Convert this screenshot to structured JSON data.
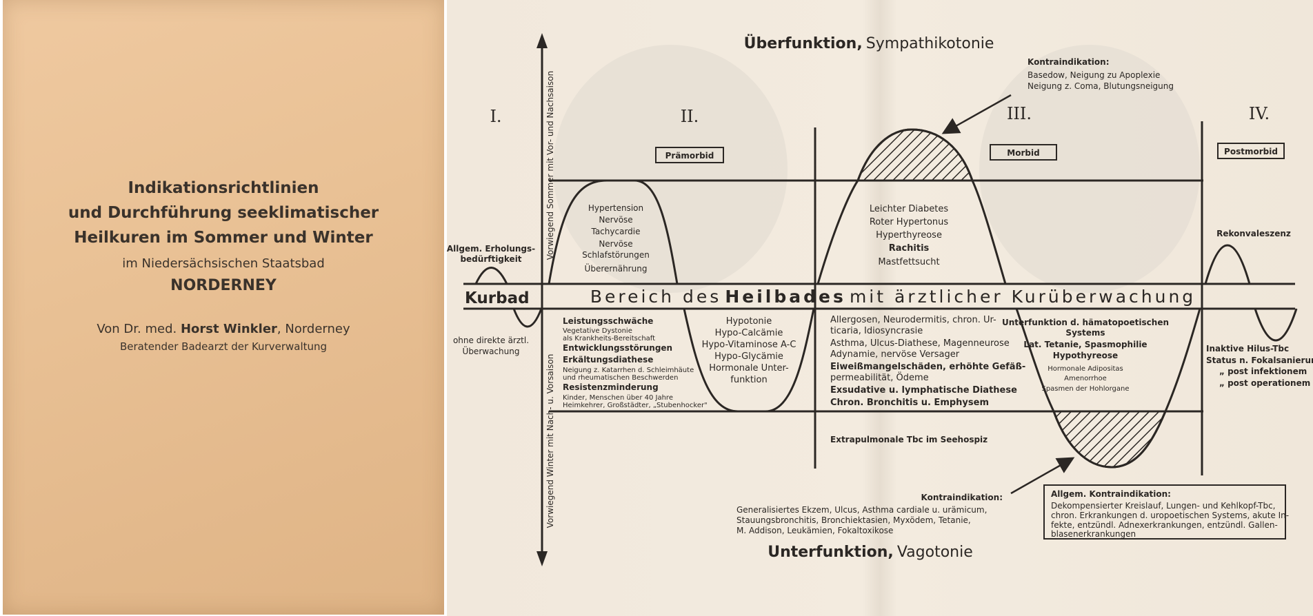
{
  "cover": {
    "title_line1": "Indikationsrichtlinien",
    "title_line2": "und Durchführung seeklimatischer",
    "title_line3": "Heilkuren im Sommer und Winter",
    "subtitle": "im Niedersächsischen Staatsbad",
    "place": "NORDERNEY",
    "author_prefix": "Von Dr. med.",
    "author_name": "Horst Winkler",
    "author_suffix": ", Norderney",
    "author_role": "Beratender Badearzt der Kurverwaltung"
  },
  "diagram": {
    "top_bold": "Überfunktion,",
    "top_rest": "Sympathikotonie",
    "bottom_bold": "Unterfunktion,",
    "bottom_rest": "Vagotonie",
    "axis_top": "Vorwiegend Sommer mit Vor- und Nachsaison",
    "axis_bottom": "Vorwiegend Winter mit Nach- u. Vorsaison",
    "phases": [
      "I.",
      "II.",
      "III.",
      "IV."
    ],
    "boxes": [
      "Prämorbid",
      "Morbid",
      "Postmorbid"
    ],
    "band_kurbad": "Kurbad",
    "band_pre": "Bereich des",
    "band_bold": "Heilbades",
    "band_post": "mit ärztlicher Kurüberwachung",
    "phase1_above": [
      "Allgem. Erholungs-",
      "bedürftigkeit"
    ],
    "phase1_below": [
      "ohne direkte ärztl.",
      "Überwachung"
    ],
    "phase2_above": [
      "Hypertension",
      "Nervöse",
      "Tachycardie",
      "Nervöse",
      "Schlafstörungen",
      "Überernährung"
    ],
    "phase2_below_left": [
      {
        "t": "Leistungsschwäche",
        "s": "b"
      },
      {
        "t": "Vegetative Dystonie",
        "s": "x"
      },
      {
        "t": "als Krankheits-Bereitschaft",
        "s": "x"
      },
      {
        "t": "Entwicklungsstörungen",
        "s": "b"
      },
      {
        "t": "Erkältungsdiathese",
        "s": "b"
      },
      {
        "t": "Neigung z. Katarrhen d. Schleimhäute",
        "s": "x"
      },
      {
        "t": "und rheumatischen Beschwerden",
        "s": "x"
      },
      {
        "t": "Resistenzminderung",
        "s": "b"
      },
      {
        "t": "Kinder, Menschen über 40 Jahre",
        "s": "x"
      },
      {
        "t": "Heimkehrer, Großstädter, „Stubenhocker\"",
        "s": "x"
      }
    ],
    "phase2_below_right": [
      "Hypotonie",
      "Hypo-Calcämie",
      "Hypo-Vitaminose A-C",
      "Hypo-Glycämie",
      "Hormonale Unter-",
      "funktion"
    ],
    "kontra_top_title": "Kontraindikation:",
    "kontra_top_lines": [
      "Basedow, Neigung zu Apoplexie",
      "Neigung z. Coma, Blutungsneigung"
    ],
    "phase3_above": [
      {
        "t": "Leichter Diabetes",
        "s": "n"
      },
      {
        "t": "Roter Hypertonus",
        "s": "n"
      },
      {
        "t": "Hyperthyreose",
        "s": "n"
      },
      {
        "t": "Rachitis",
        "s": "b"
      },
      {
        "t": "Mastfettsucht",
        "s": "n"
      }
    ],
    "phase3_below": [
      {
        "t": "Allergosen, Neurodermitis, chron. Ur-",
        "s": "n"
      },
      {
        "t": "ticaria, Idiosyncrasie",
        "s": "n"
      },
      {
        "t": "Asthma, Ulcus-Diathese, Magenneurose",
        "s": "n"
      },
      {
        "t": "Adynamie, nervöse Versager",
        "s": "n"
      },
      {
        "t": "Eiweißmangelschäden, erhöhte Gefäß-",
        "s": "b"
      },
      {
        "t": "permeabilität, Ödeme",
        "s": "n"
      },
      {
        "t": "Exsudative u. lymphatische Diathese",
        "s": "b"
      },
      {
        "t": "Chron. Bronchitis u. Emphysem",
        "s": "b"
      }
    ],
    "phase3_extra": "Extrapulmonale Tbc im Seehospiz",
    "phase3_right": [
      {
        "t": "Unterfunktion d. hämatopoetischen",
        "s": "b"
      },
      {
        "t": "Systems",
        "s": "b"
      },
      {
        "t": "Lat. Tetanie, Spasmophilie",
        "s": "b"
      },
      {
        "t": "Hypothyreose",
        "s": "b"
      },
      {
        "t": "Hormonale Adipositas",
        "s": "x"
      },
      {
        "t": "Amenorrhoe",
        "s": "x"
      },
      {
        "t": "Spasmen der Hohlorgane",
        "s": "x"
      }
    ],
    "kontra_bottom_title": "Kontraindikation:",
    "kontra_bottom_lines": [
      "Generalisiertes Ekzem, Ulcus, Asthma cardiale u. urämicum,",
      "Stauungsbronchitis, Bronchiektasien, Myxödem, Tetanie,",
      "M. Addison, Leukämien, Fokaltoxikose"
    ],
    "phase4_above": "Rekonvaleszenz",
    "phase4_below": [
      {
        "t": "Inaktive Hilus-Tbc",
        "s": "b"
      },
      {
        "t": "Status n. Fokalsanierung",
        "s": "b"
      },
      {
        "t": "„ post infektionem",
        "s": "b"
      },
      {
        "t": "„ post operationem",
        "s": "b"
      }
    ],
    "allgem_title": "Allgem. Kontraindikation:",
    "allgem_lines": [
      "Dekompensierter Kreislauf, Lungen- und Kehlkopf-Tbc,",
      "chron. Erkrankungen d. uropoetischen Systems, akute In-",
      "fekte, entzündl. Adnexerkrankungen, entzündl. Gallen-",
      "blasenerkrankungen"
    ]
  }
}
